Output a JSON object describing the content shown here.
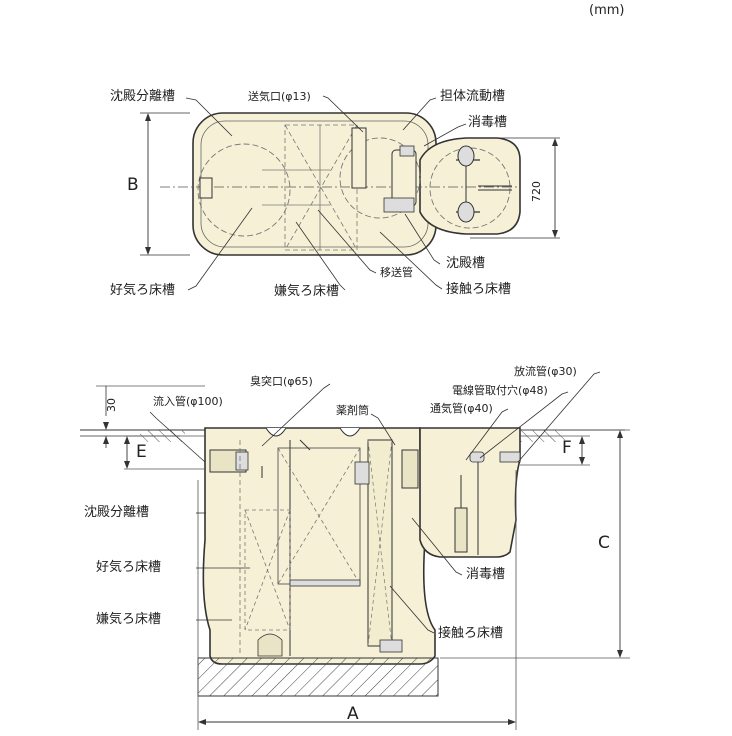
{
  "unit": "(mm)",
  "top_view": {
    "labels": {
      "sedimentation_separation_tank": "沈殿分離槽",
      "air_inlet": "送気口(φ13)",
      "carrier_fluid_tank": "担体流動槽",
      "disinfection_tank": "消毒槽",
      "aerobic_filter_tank": "好気ろ床槽",
      "anaerobic_filter_tank": "嫌気ろ床槽",
      "transfer_pipe": "移送管",
      "sedimentation_tank": "沈殿槽",
      "contact_filter_tank": "接触ろ床槽"
    },
    "dim_b": "B",
    "dim_720": "720"
  },
  "side_view": {
    "labels": {
      "inflow_pipe": "流入管(φ100)",
      "odor_vent": "臭突口(φ65)",
      "chemical_tube": "薬剤筒",
      "discharge_pipe": "放流管(φ30)",
      "cable_hole": "電線管取付穴(φ48)",
      "vent_pipe": "通気管(φ40)",
      "sedimentation_separation_tank": "沈殿分離槽",
      "aerobic_filter_tank": "好気ろ床槽",
      "anaerobic_filter_tank": "嫌気ろ床槽",
      "disinfection_tank": "消毒槽",
      "contact_filter_tank": "接触ろ床槽"
    },
    "dim_30": "30",
    "dim_e": "E",
    "dim_f": "F",
    "dim_c": "C",
    "dim_a": "A"
  }
}
